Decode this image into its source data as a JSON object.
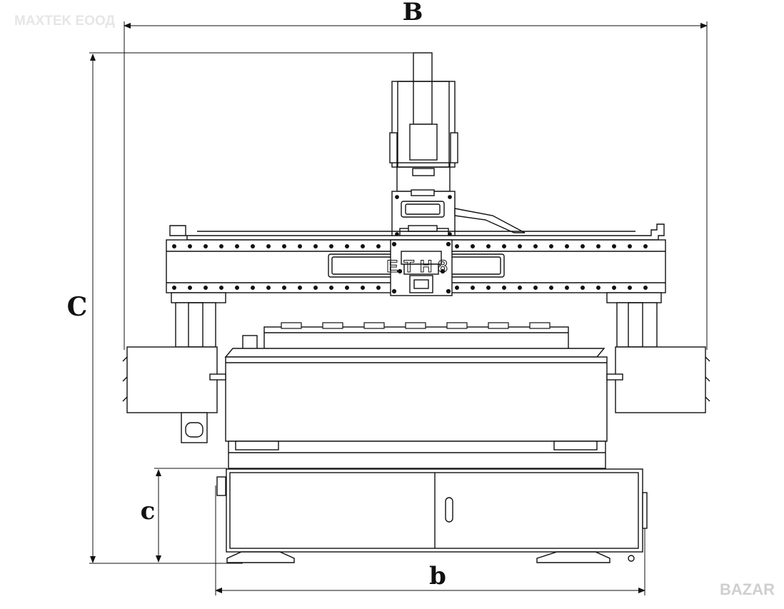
{
  "watermark": {
    "top_left": "MAXTEK ЕООД",
    "bottom_right": "BAZAR"
  },
  "dimensions": {
    "overall_width": "B",
    "overall_height": "C",
    "cabinet_height": "c",
    "cabinet_width": "b"
  },
  "machine": {
    "brand_plate": "ETH8"
  },
  "colors": {
    "line": "#111111",
    "background": "#ffffff",
    "watermark": "#e0e0e0"
  }
}
